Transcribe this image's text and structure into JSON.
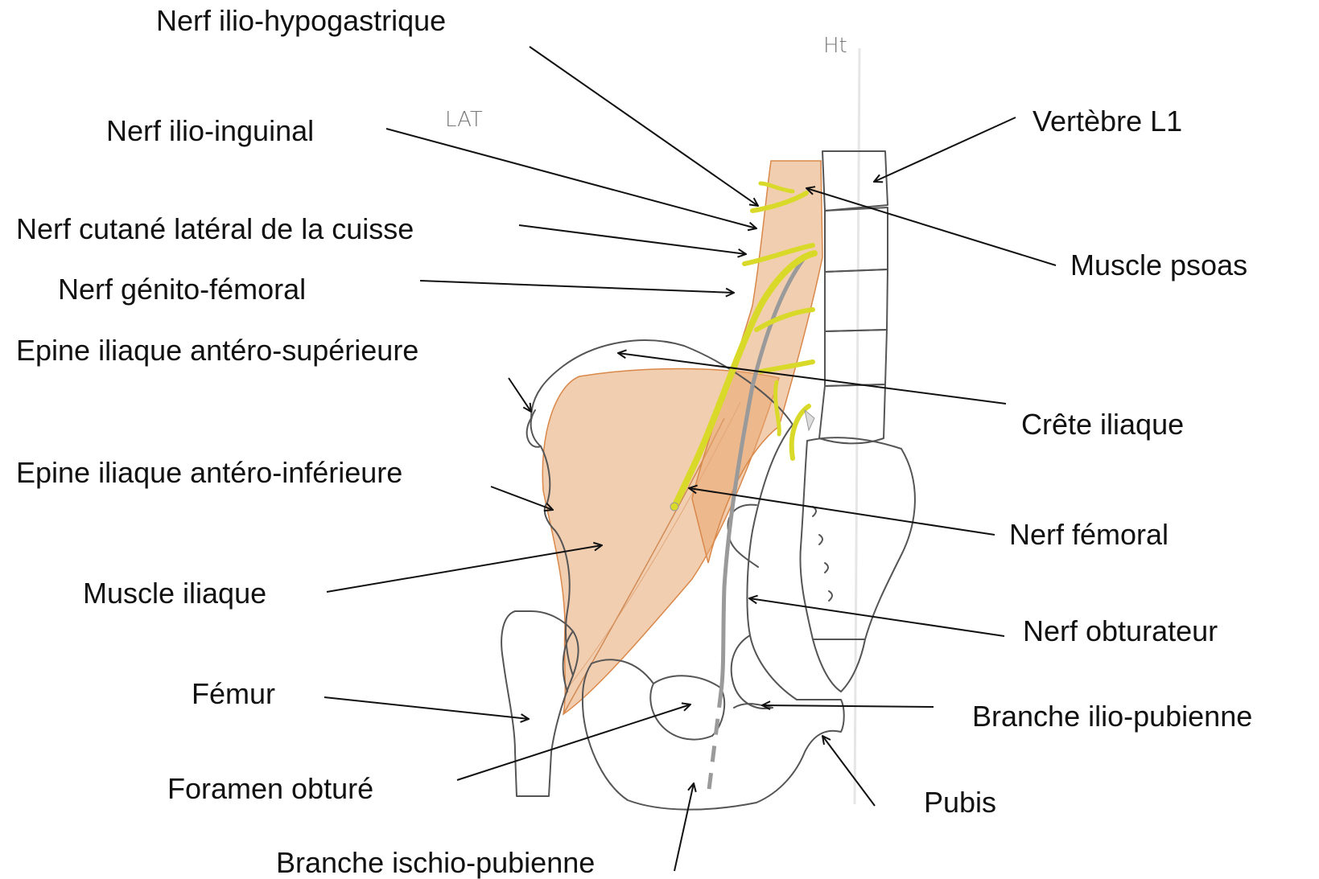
{
  "orientation": {
    "superior": "Ht",
    "lateral": "LAT"
  },
  "colors": {
    "muscle": "#e8a66f",
    "nerve_yellow": "#d9d92a",
    "nerve_gray": "#9a9a9a",
    "outline": "#555555"
  },
  "labels": {
    "ilio_hypogastrique": "Nerf ilio-hypogastrique",
    "ilio_inguinal": "Nerf ilio-inguinal",
    "cutane_lateral": "Nerf cutané latéral de la cuisse",
    "genito_femoral": "Nerf génito-fémoral",
    "epine_sup": "Epine iliaque antéro-supérieure",
    "epine_inf": "Epine iliaque antéro-inférieure",
    "muscle_iliaque": "Muscle iliaque",
    "femur": "Fémur",
    "foramen": "Foramen obturé",
    "ischio_pubienne": "Branche ischio-pubienne",
    "vertebre": "Vertèbre L1",
    "psoas": "Muscle psoas",
    "crete": "Crête iliaque",
    "nerf_femoral": "Nerf fémoral",
    "nerf_obturateur": "Nerf obturateur",
    "ilio_pubienne": "Branche ilio-pubienne",
    "pubis": "Pubis"
  }
}
